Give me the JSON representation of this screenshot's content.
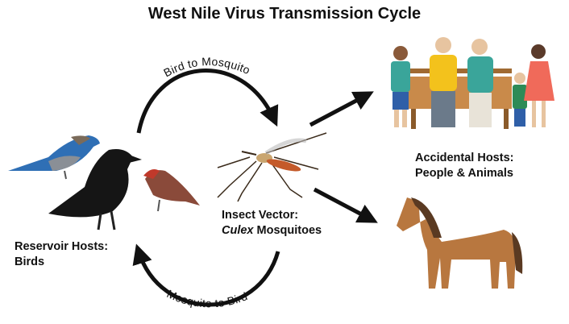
{
  "title": "West Nile Virus Transmission Cycle",
  "arrows": {
    "top": "Bird to Mosquito",
    "bottom": "Mosquito to Bird"
  },
  "labels": {
    "vector_line1": "Insect Vector:",
    "vector_genus": "Culex",
    "vector_rest": " Mosquitoes",
    "reservoir_line1": "Reservoir Hosts:",
    "reservoir_line2": "Birds",
    "accidental_line1": "Accidental Hosts:",
    "accidental_line2": "People & Animals"
  },
  "colors": {
    "arrow": "#111111",
    "bluebird": "#2f6fb5",
    "crow": "#151515",
    "finch": "#8a4a3a",
    "horse": "#b8773f"
  }
}
